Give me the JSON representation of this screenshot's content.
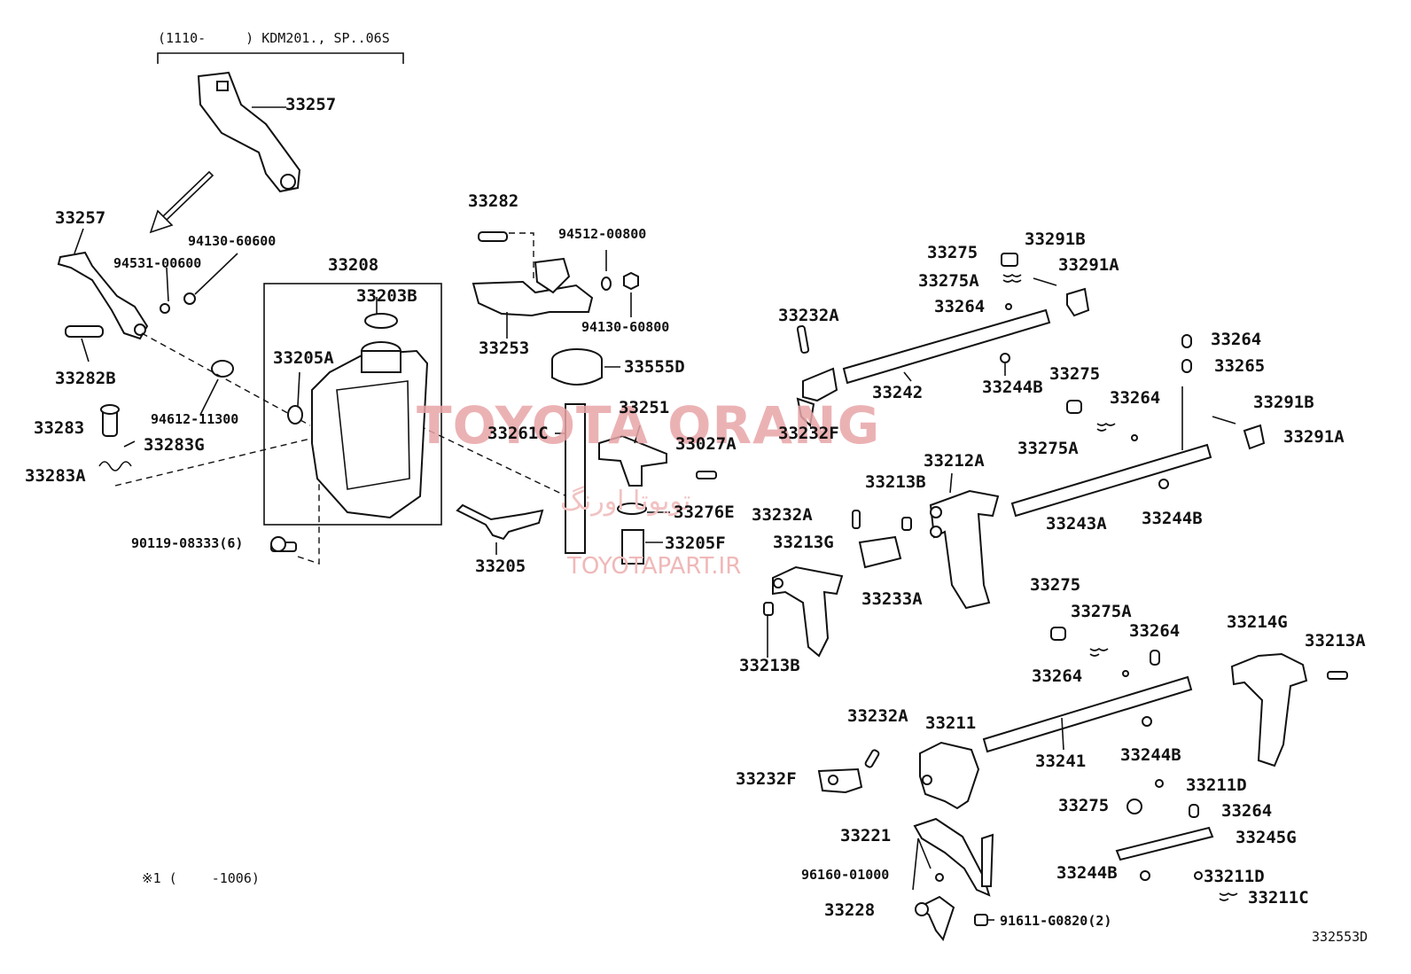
{
  "header": {
    "range": "(1110-　　　) KDM201., SP..06S"
  },
  "watermark": {
    "brand": "TOYOTA ORANG",
    "site": "TOYOTAPART.IR",
    "persian": "تویوتا اورنگ"
  },
  "footer": {
    "note": "※1 (　　 -1006)",
    "code": "332553D"
  },
  "parts": [
    "33257",
    "33257",
    "94130-60600",
    "94531-00600",
    "33282B",
    "33208",
    "33203B",
    "33205A",
    "94612-11300",
    "33283",
    "33283G",
    "33283A",
    "90119-08333(6)",
    "33282",
    "94512-00800",
    "33253",
    "94130-60800",
    "33555D",
    "33251",
    "33261C",
    "33027A",
    "33276E",
    "33205F",
    "33205",
    "33275",
    "33291B",
    "33291A",
    "33275A",
    "33264",
    "33232A",
    "33242",
    "33244B",
    "33232F",
    "33264",
    "33265",
    "33275",
    "33264",
    "33291B",
    "33291A",
    "33275A",
    "33212A",
    "33213B",
    "33232A",
    "33244B",
    "33243A",
    "33213G",
    "33233A",
    "33213B",
    "33275",
    "33275A",
    "33264",
    "33214G",
    "33213A",
    "33264",
    "33232A",
    "33211",
    "33241",
    "33244B",
    "33232F",
    "33211D",
    "33275",
    "33264",
    "33221",
    "33245G",
    "96160-01000",
    "33244B",
    "33211D",
    "33211C",
    "33228",
    "91611-G0820(2)"
  ],
  "colors": {
    "line": "#111111",
    "watermark": "#e8a5a8"
  }
}
